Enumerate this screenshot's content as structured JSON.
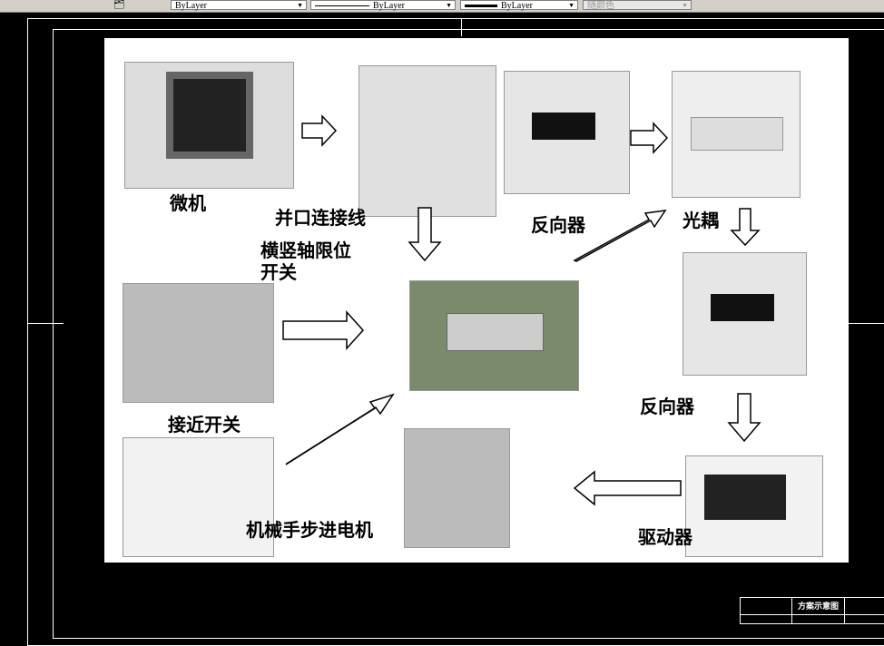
{
  "toolbar": {
    "color": "ByLayer",
    "linetype": "ByLayer",
    "lineweight": "ByLayer",
    "plotstyle": "随颜色"
  },
  "diagram": {
    "labels": [
      "微机",
      "并口连接线",
      "反向器",
      "光耦",
      "横竖轴限位开关",
      "接近开关",
      "反向器",
      "驱动器",
      "机械手步进电机"
    ]
  },
  "title_block": {
    "title": "方案示意图"
  }
}
